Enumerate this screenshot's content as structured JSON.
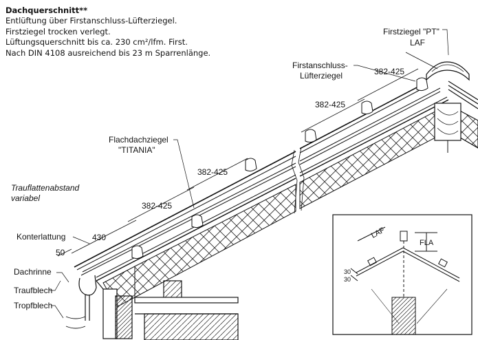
{
  "header": {
    "title": "Dachquerschnitt**",
    "lines": [
      "Entlüftung über Firstanschluss-Lüfterziegel.",
      "Firstziegel trocken verlegt.",
      "Lüftungsquerschnitt bis ca. 230 cm²/lfm. First.",
      "Nach DIN 4108 ausreichend bis 23 m Sparrenlänge."
    ]
  },
  "labels": {
    "firstziegel": "Firstziegel \"PT\"",
    "laf": "LAF",
    "firstanschluss_1": "Firstanschluss-",
    "firstanschluss_2": "Lüfterziegel",
    "flachdach_1": "Flachdachziegel",
    "flachdach_2": "\"TITANIA\"",
    "trauf_1": "Trauflattenabstand",
    "trauf_2": "variabel",
    "konterlattung": "Konterlattung",
    "dachrinne": "Dachrinne",
    "traufblech": "Traufblech",
    "tropfblech": "Tropfblech"
  },
  "dimensions": {
    "d382_a": "382-425",
    "d382_b": "382-425",
    "d382_c": "382-425",
    "d382_d": "382-425",
    "d430": "430",
    "d50": "50"
  },
  "inset": {
    "laf": "LAF",
    "fla": "FLA",
    "v30a": "30",
    "v30b": "30"
  }
}
